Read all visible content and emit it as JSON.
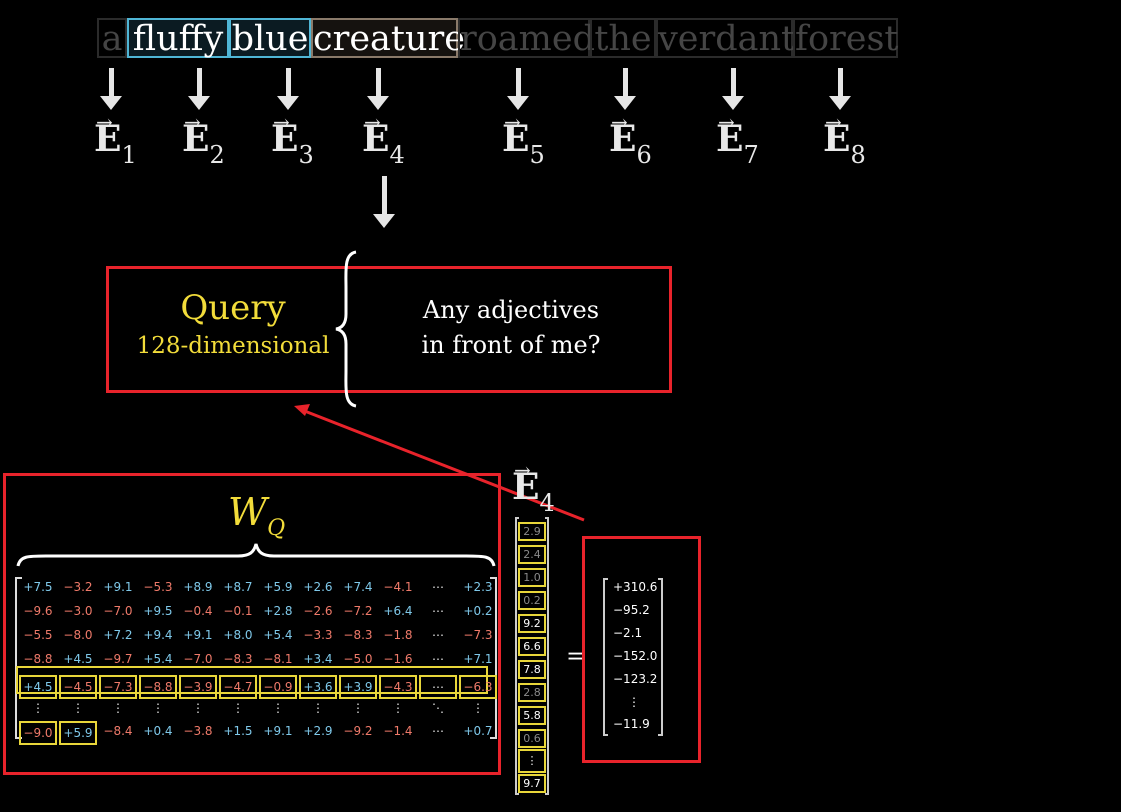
{
  "tokens": [
    {
      "text": "a",
      "style": "dim"
    },
    {
      "text": "fluffy",
      "style": "hl-blue"
    },
    {
      "text": "blue",
      "style": "hl-blue"
    },
    {
      "text": "creature",
      "style": "hl-brown"
    },
    {
      "text": "roamed",
      "style": "dim"
    },
    {
      "text": "the",
      "style": "dim"
    },
    {
      "text": "verdant",
      "style": "dim"
    },
    {
      "text": "forest",
      "style": "dim"
    }
  ],
  "embeddings": {
    "symbol": "E",
    "arrow_glyph": "→",
    "subscripts": [
      "1",
      "2",
      "3",
      "4",
      "5",
      "6",
      "7",
      "8"
    ]
  },
  "query_box": {
    "title": "Query",
    "subtitle": "128-dimensional",
    "question_line1": "Any adjectives",
    "question_line2": "in front of me?"
  },
  "matrix": {
    "label_main": "W",
    "label_sub": "Q",
    "rows": [
      [
        "+7.5",
        "−3.2",
        "+9.1",
        "−5.3",
        "+8.9",
        "+8.7",
        "+5.9",
        "+2.6",
        "+7.4",
        "−4.1",
        "⋯",
        "+2.3"
      ],
      [
        "−9.6",
        "−3.0",
        "−7.0",
        "+9.5",
        "−0.4",
        "−0.1",
        "+2.8",
        "−2.6",
        "−7.2",
        "+6.4",
        "⋯",
        "+0.2"
      ],
      [
        "−5.5",
        "−8.0",
        "+7.2",
        "+9.4",
        "+9.1",
        "+8.0",
        "+5.4",
        "−3.3",
        "−8.3",
        "−1.8",
        "⋯",
        "−7.3"
      ],
      [
        "−8.8",
        "+4.5",
        "−9.7",
        "+5.4",
        "−7.0",
        "−8.3",
        "−8.1",
        "+3.4",
        "−5.0",
        "−1.6",
        "⋯",
        "+7.1"
      ],
      [
        "+4.5",
        "−4.5",
        "−7.3",
        "−8.8",
        "−3.9",
        "−4.7",
        "−0.9",
        "+3.6",
        "+3.9",
        "−4.3",
        "⋯",
        "−6.3"
      ],
      [
        "⋮",
        "⋮",
        "⋮",
        "⋮",
        "⋮",
        "⋮",
        "⋮",
        "⋮",
        "⋮",
        "⋮",
        "⋱",
        "⋮"
      ],
      [
        "−9.0",
        "+5.9",
        "−8.4",
        "+0.4",
        "−3.8",
        "+1.5",
        "+9.1",
        "+2.9",
        "−9.2",
        "−1.4",
        "⋯",
        "+0.7"
      ]
    ]
  },
  "input_vector": {
    "label_symbol": "E",
    "label_sub": "4",
    "values": [
      "2.9",
      "2.4",
      "1.0",
      "0.2",
      "9.2",
      "6.6",
      "7.8",
      "2.8",
      "5.8",
      "0.6",
      "⋮",
      "9.7"
    ]
  },
  "equals": "=",
  "result_vector": {
    "values": [
      "+310.6",
      "−95.2",
      "−2.1",
      "−152.0",
      "−123.2",
      "⋮",
      "−11.9"
    ]
  },
  "colors": {
    "highlight_red": "#e8232b",
    "query_yellow": "#f2dc3a",
    "positive_blue": "#7fc9ea",
    "negative_red": "#ef7a6a",
    "token_blue": "#4fb6d6"
  }
}
